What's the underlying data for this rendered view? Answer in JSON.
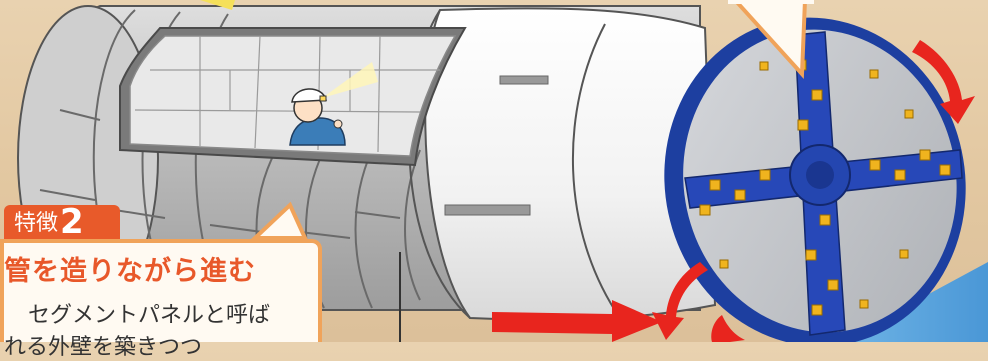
{
  "feature": {
    "badge_label": "特徴",
    "badge_number": "2",
    "title": "管を造りながら進む",
    "body_line1": "セグメントパネルと呼ば",
    "body_line2": "れる外壁を築きつつ"
  },
  "colors": {
    "accent_orange": "#e85a2a",
    "card_border": "#f0a35a",
    "machine_blue": "#1d3fa0",
    "cutter_yellow": "#f0b41e",
    "arrow_red": "#e8251e"
  }
}
